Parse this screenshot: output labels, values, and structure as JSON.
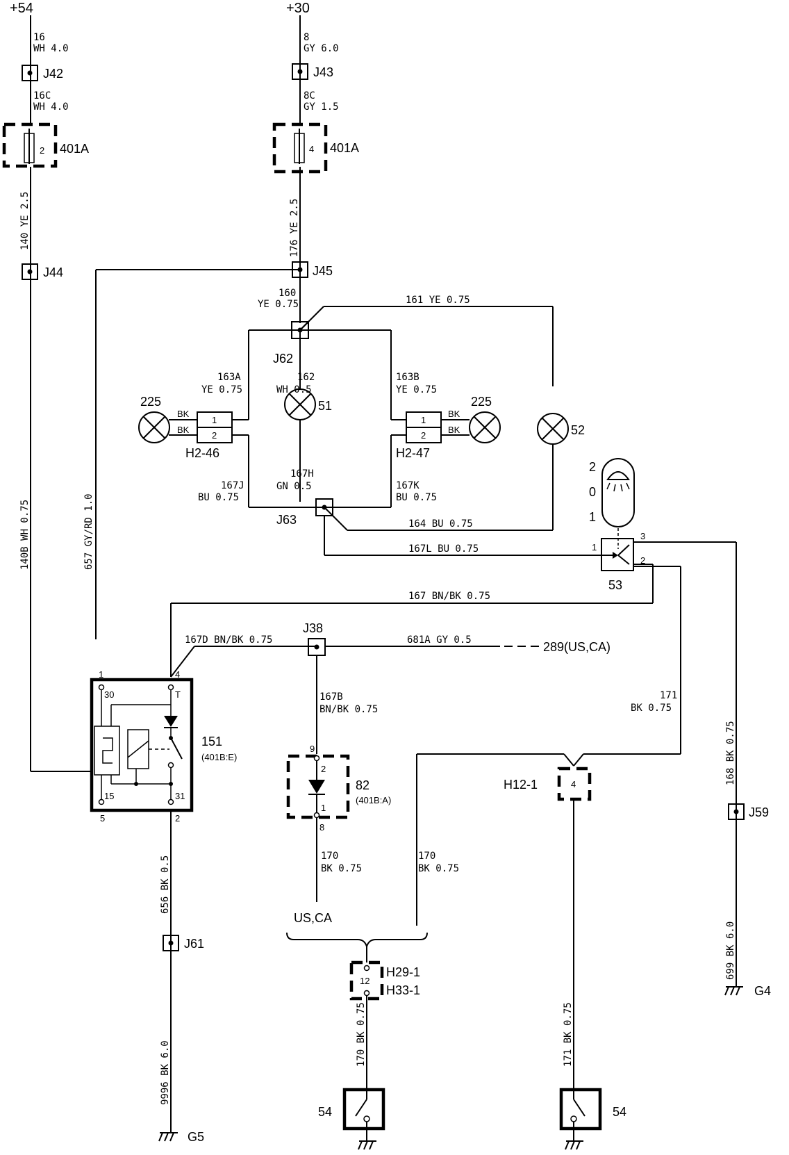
{
  "supplies": {
    "s54": "+54",
    "s30": "+30"
  },
  "wires": {
    "w16": "16",
    "w16_spec": "WH 4.0",
    "w16c": "16C",
    "w16c_spec": "WH 4.0",
    "w8": "8",
    "w8_spec": "GY 6.0",
    "w8c": "8C",
    "w8c_spec": "GY 1.5",
    "w140": "140 YE 2.5",
    "w176": "176 YE 2.5",
    "w140b": "140B WH 0.75",
    "w657": "657 GY/RD 1.0",
    "w160": "160",
    "w160_spec": "YE 0.75",
    "w161": "161 YE 0.75",
    "w163a": "163A",
    "w163a_spec": "YE 0.75",
    "w162": "162",
    "w162_spec": "WH 0.5",
    "w163b": "163B",
    "w163b_spec": "YE 0.75",
    "w167h": "167H",
    "w167h_spec": "GN 0.5",
    "w167j": "167J",
    "w167j_spec": "BU 0.75",
    "w167k": "167K",
    "w167k_spec": "BU 0.75",
    "w164": "164 BU 0.75",
    "w167l": "167L BU 0.75",
    "w167": "167 BN/BK 0.75",
    "w167d": "167D BN/BK 0.75",
    "w681a": "681A GY 0.5",
    "w167b": "167B",
    "w167b_spec": "BN/BK 0.75",
    "w171": "171",
    "w171_spec": "BK 0.75",
    "w168": "168 BK 0.75",
    "w170a": "170",
    "w170a_spec": "BK 0.75",
    "w170b": "170",
    "w170b_spec": "BK 0.75",
    "w656": "656 BK 0.5",
    "w9996": "9996 BK 6.0",
    "w699": "699 BK 6.0",
    "w170c": "170 BK 0.75",
    "w171b": "171 BK 0.75"
  },
  "junctions": {
    "j42": "J42",
    "j43": "J43",
    "j44": "J44",
    "j45": "J45",
    "j62": "J62",
    "j63": "J63",
    "j38": "J38",
    "j59": "J59",
    "j61": "J61"
  },
  "components": {
    "fuse_left_label": "401A",
    "fuse_left_num": "2",
    "fuse_right_label": "401A",
    "fuse_right_num": "4",
    "lamp_225_left": "225",
    "lamp_225_right": "225",
    "lamp_51": "51",
    "lamp_52": "52",
    "conn_h246": "H2-46",
    "conn_h247": "H2-47",
    "h246_pin1": "1",
    "h246_pin2": "2",
    "h247_pin1": "1",
    "h247_pin2": "2",
    "bk1": "BK",
    "bk2": "BK",
    "bk3": "BK",
    "bk4": "BK",
    "switch_53": "53",
    "switch_pos_2": "2",
    "switch_pos_0": "0",
    "switch_pos_1": "1",
    "sw53_pin1": "1",
    "sw53_pin2": "2",
    "sw53_pin3": "3",
    "relay_151": "151",
    "relay_151_sub": "(401B:E)",
    "relay_pin1": "1",
    "relay_pin4": "4",
    "relay_pin5": "5",
    "relay_pin2": "2",
    "relay_t30": "30",
    "relay_tT": "T",
    "relay_t15": "15",
    "relay_t31": "31",
    "diode_82": "82",
    "diode_82_sub": "(401B:A)",
    "diode_pin9": "9",
    "diode_pin2": "2",
    "diode_pin1": "1",
    "diode_pin8": "8",
    "ref_289": "289(US,CA)",
    "conn_h121": "H12-1",
    "conn_h121_pin": "4",
    "uscas": "US,CA",
    "conn_h291": "H29-1",
    "conn_h331": "H33-1",
    "conn_h291_pin": "12",
    "switch_54_left": "54",
    "switch_54_right": "54"
  },
  "grounds": {
    "g5": "G5",
    "g4": "G4"
  }
}
